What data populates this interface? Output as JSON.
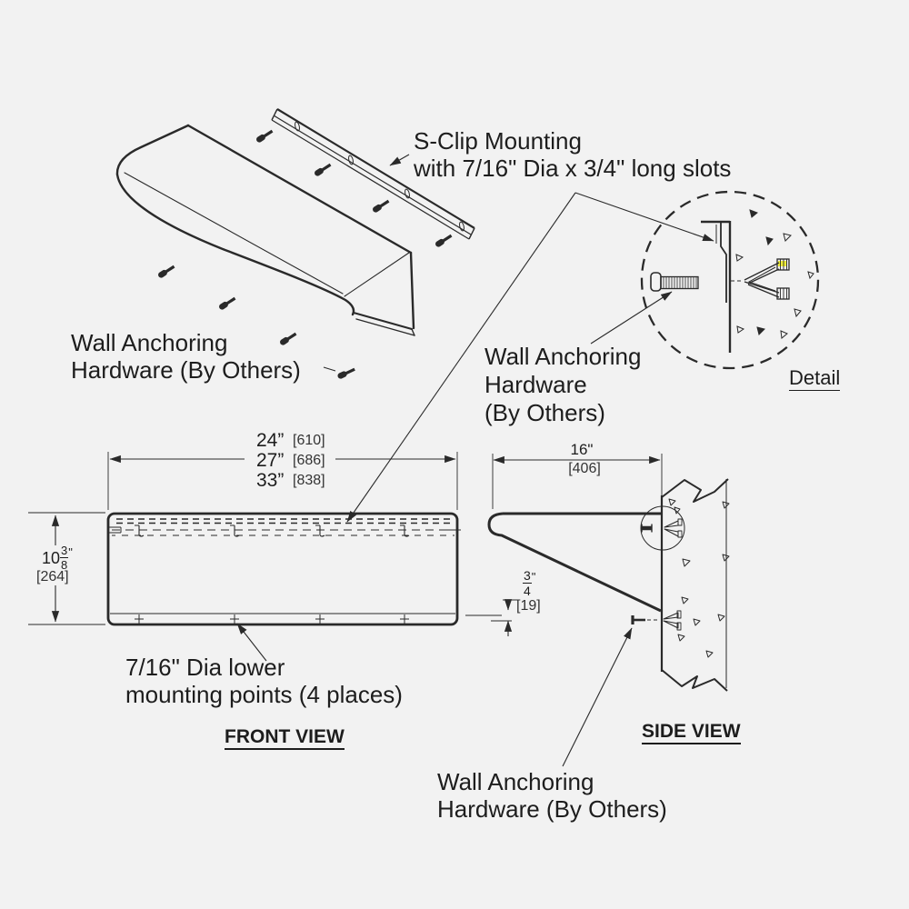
{
  "colors": {
    "background": "#f2f2f2",
    "line": "#2a2a2a",
    "text": "#1d1d1d",
    "highlight": "#f0ee3a"
  },
  "labels": {
    "s_clip_line1": "S-Clip Mounting",
    "s_clip_line2": "with 7/16\" Dia x 3/4\" long slots",
    "wall_anchor_top_line1": "Wall Anchoring",
    "wall_anchor_top_line2": "Hardware (By Others)",
    "wall_anchor_mid_line1": "Wall Anchoring",
    "wall_anchor_mid_line2": "Hardware",
    "wall_anchor_mid_line3": "(By Others)",
    "wall_anchor_bottom_line1": "Wall Anchoring",
    "wall_anchor_bottom_line2": "Hardware (By Others)",
    "mounting_line1": "7/16\" Dia lower",
    "mounting_line2": "mounting points (4 places)",
    "detail": "Detail",
    "front_view": "FRONT VIEW",
    "side_view": "SIDE VIEW"
  },
  "dimensions": {
    "width_options": [
      {
        "inches": "24”",
        "mm": "[610]"
      },
      {
        "inches": "27”",
        "mm": "[686]"
      },
      {
        "inches": "33”",
        "mm": "[838]"
      }
    ],
    "height": {
      "whole": "10",
      "numerator": "3",
      "denominator": "8",
      "unit": "\"",
      "mm": "[264]"
    },
    "depth": {
      "inches": "16\"",
      "mm": "[406]"
    },
    "bottom_offset": {
      "numerator": "3",
      "denominator": "4",
      "unit": "\"",
      "mm": "[19]"
    }
  }
}
